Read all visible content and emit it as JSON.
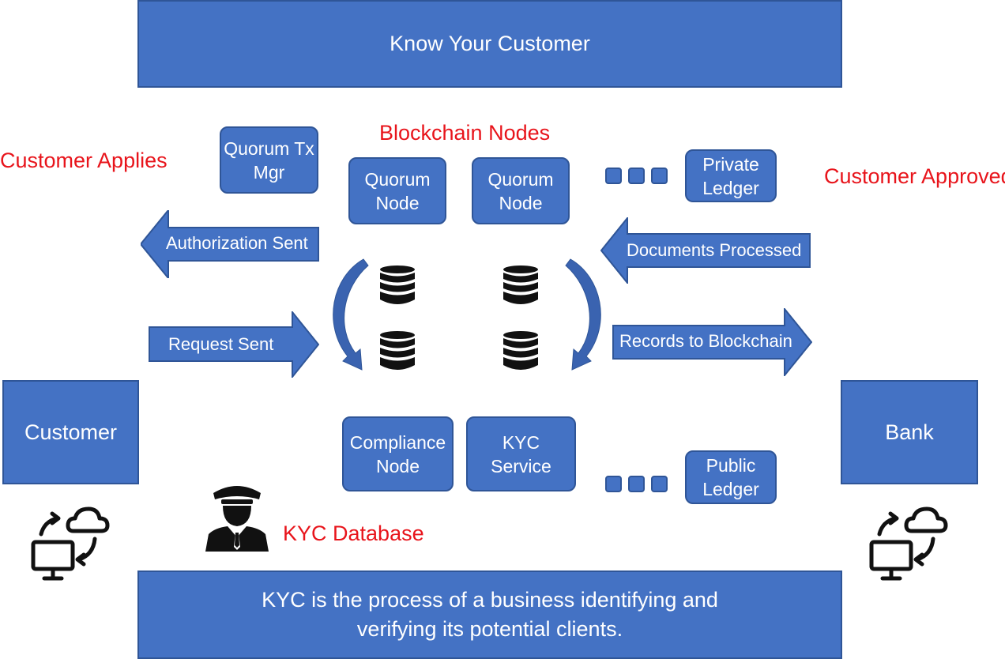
{
  "header": {
    "title": "Know Your Customer"
  },
  "footer": {
    "text_line1": "KYC is the process of a business identifying and",
    "text_line2": "verifying its potential clients."
  },
  "labels": {
    "customer_applies": "Customer Applies",
    "blockchain_nodes": "Blockchain Nodes",
    "customer_approved": "Customer Approved",
    "kyc_database": "KYC Database"
  },
  "nodes": {
    "quorum_tx_mgr": "Quorum Tx\nMgr",
    "quorum_node_1": "Quorum\nNode",
    "quorum_node_2": "Quorum\nNode",
    "private_ledger": "Private\nLedger",
    "compliance_node": "Compliance\nNode",
    "kyc_service": "KYC\nService",
    "public_ledger": "Public\nLedger"
  },
  "entities": {
    "customer": "Customer",
    "bank": "Bank"
  },
  "arrows": {
    "authorization_sent": "Authorization Sent",
    "request_sent": "Request Sent",
    "documents_processed": "Documents Processed",
    "records_to_blockchain": "Records to Blockchain"
  },
  "icons": [
    "database-icon",
    "officer-icon",
    "computer-cloud-sync-icon",
    "curved-arrow-icon"
  ],
  "colors": {
    "box_fill": "#4472c4",
    "box_border": "#2f5597",
    "label_red": "#e8141b"
  }
}
